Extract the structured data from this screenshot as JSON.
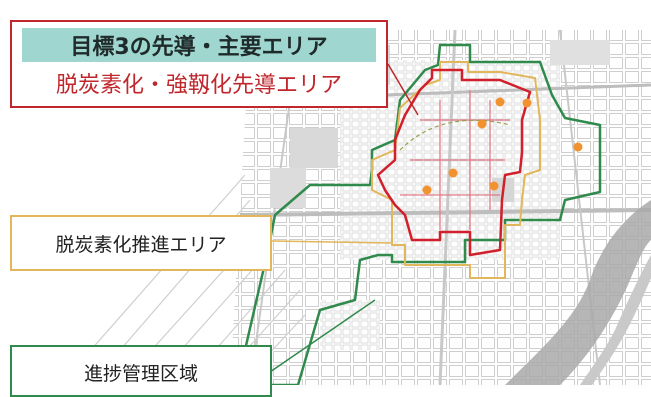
{
  "callouts": {
    "lead": {
      "title": "目標3の先導・主要エリア",
      "subtitle": "脱炭素化・強靱化先導エリア",
      "title_bg": "#9fd6cf",
      "border_color": "#c0272d"
    },
    "promotion": {
      "label": "脱炭素化推進エリア",
      "border_color": "#e2b65a"
    },
    "progress": {
      "label": "進捗管理区域",
      "border_color": "#2f8a4b"
    }
  },
  "map": {
    "boundary_colors": {
      "progress_area": "#2f8a4b",
      "promotion_area": "#e2b65a",
      "lead_area": "#c0272d"
    },
    "point_color": "#f2922f",
    "point_count": 7
  }
}
